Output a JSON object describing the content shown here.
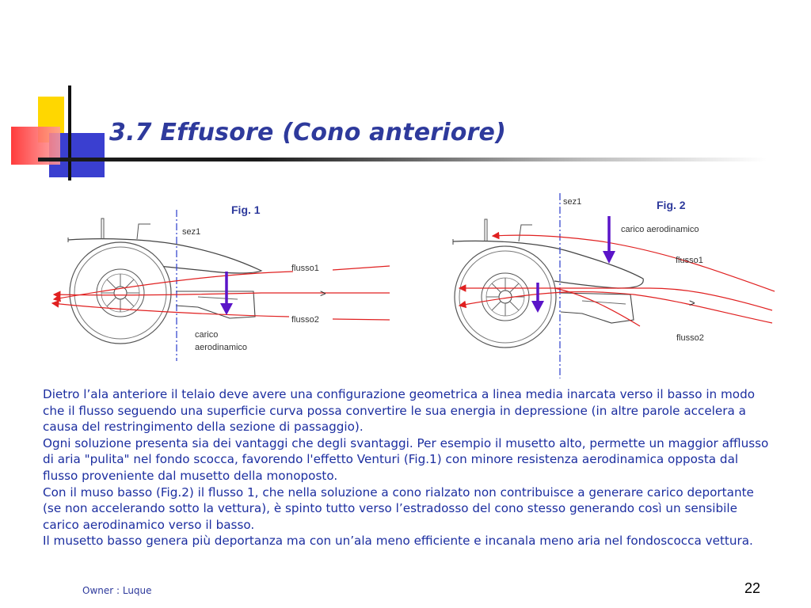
{
  "slide": {
    "title": "3.7 Effusore (Cono anteriore)",
    "page_number": "22",
    "owner": "Owner : Luque"
  },
  "figure1": {
    "label": "Fig. 1",
    "section_label": "sez1",
    "flow1_label": "flusso1",
    "flow2_label": "flusso2",
    "comparison_symbol": ">",
    "load_label_line1": "carico",
    "load_label_line2": "aerodinamico"
  },
  "figure2": {
    "label": "Fig. 2",
    "section_label": "sez1",
    "load_label": "carico aerodinamico",
    "flow1_label": "flusso1",
    "flow2_label": "flusso2",
    "comparison_symbol": ">"
  },
  "body": {
    "paragraphs": [
      "Dietro l’ala anteriore il telaio deve avere una configurazione geometrica a linea media inarcata verso il basso in modo che il flusso seguendo una superficie curva possa convertire le sua energia in depressione (in altre parole accelera a causa del restringimento della sezione di passaggio).",
      "Ogni soluzione presenta sia dei vantaggi che degli svantaggi. Per esempio il musetto alto, permette un maggior afflusso di aria \"pulita\" nel fondo scocca, favorendo l'effetto Venturi (Fig.1) con minore resistenza aerodinamica opposta dal flusso proveniente dal musetto della monoposto.",
      "Con il muso basso (Fig.2) il flusso 1, che nella soluzione a cono rialzato non contribuisce a generare carico deportante (se non accelerando sotto la vettura), è spinto tutto verso l’estradosso del cono stesso generando così un sensibile carico aerodinamico verso il basso.",
      "Il musetto basso genera più deportanza ma con un’ala meno efficiente e incanala meno aria nel fondoscocca vettura."
    ]
  },
  "colors": {
    "title": "#2e3a9c",
    "body_text": "#1c2ea0",
    "flow_lines": "#e02020",
    "load_arrow": "#5a14c8",
    "section_line": "#3a4ad0"
  }
}
